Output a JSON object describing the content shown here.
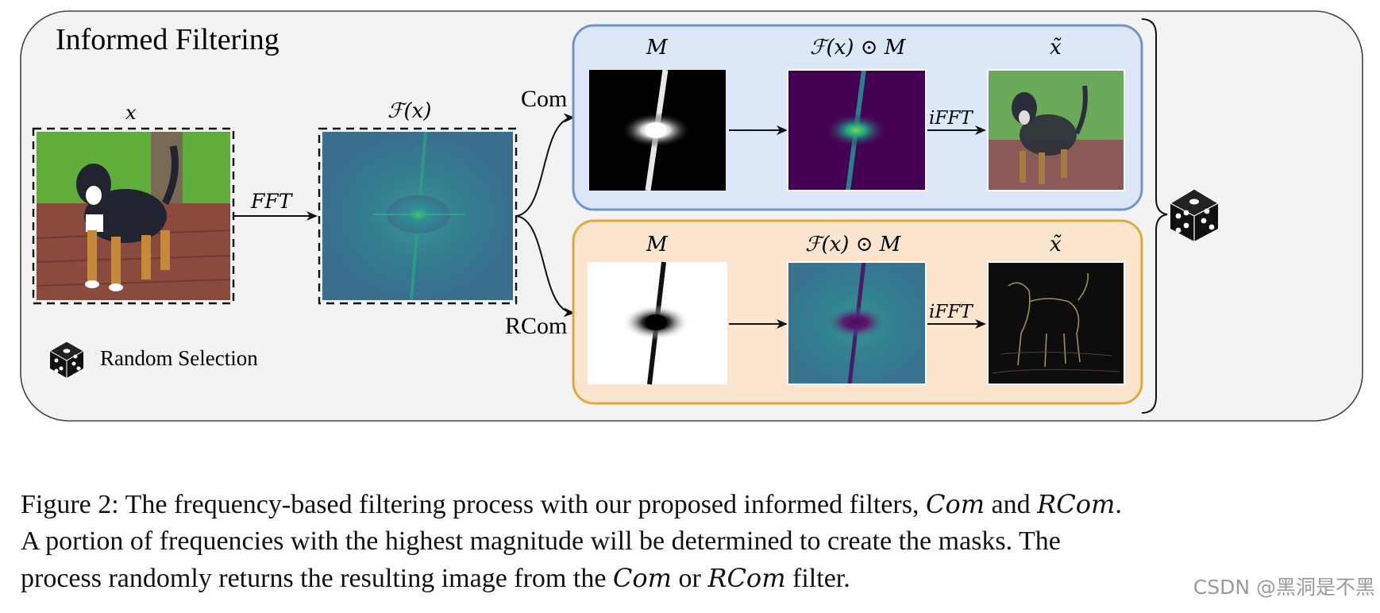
{
  "figure": {
    "panel_title": "Informed Filtering",
    "input_label": "x",
    "fft_label": "FFT",
    "spectrum_label": "ℱ(x)",
    "branch_com": "Com",
    "branch_rcom": "RCom",
    "mask_label": "M",
    "product_label": "ℱ(x) ⊙ M",
    "ifft_label": "iFFT",
    "output_label": "x̃",
    "legend_text": "Random Selection",
    "legend_icon": "dice-icon",
    "colors": {
      "panel_bg": "#f3f3f3",
      "com_fill": "#dce8f8",
      "com_border": "#6f94c9",
      "rcom_fill": "#fce5cf",
      "rcom_border": "#e0a93b",
      "spectrum": "#3b7d94",
      "viridis_dark": "#440154"
    }
  },
  "caption": {
    "line1_a": "Figure 2: The frequency-based filtering process with our proposed informed filters, ",
    "m1": "Com",
    "line1_b": " and ",
    "m2": "RCom",
    "line1_c": ".",
    "line2": "A portion of frequencies with the highest magnitude will be determined to create the masks. The",
    "line3_a": "process randomly returns the resulting image from the ",
    "m3": "Com",
    "line3_b": " or ",
    "m4": "RCom",
    "line3_c": " filter."
  },
  "watermark": "CSDN @黑洞是不黑"
}
